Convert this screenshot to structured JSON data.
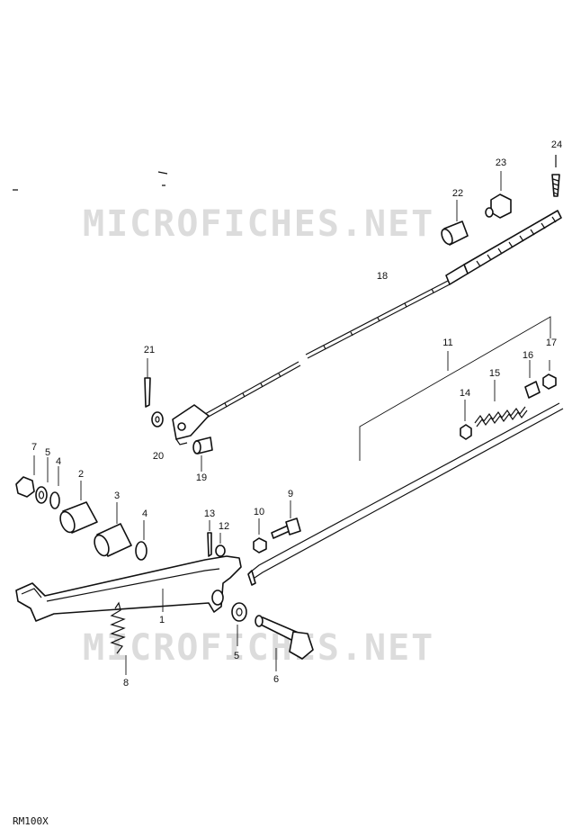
{
  "watermark": "MICROFICHES.NET",
  "model_code": "RM100X",
  "callouts": {
    "c1": "1",
    "c2": "2",
    "c3": "3",
    "c4a": "4",
    "c4b": "4",
    "c5a": "5",
    "c5b": "5",
    "c6": "6",
    "c7": "7",
    "c8": "8",
    "c9": "9",
    "c10": "10",
    "c11": "11",
    "c12": "12",
    "c13": "13",
    "c14": "14",
    "c15": "15",
    "c16": "16",
    "c17": "17",
    "c18": "18",
    "c19": "19",
    "c20": "20",
    "c21": "21",
    "c22": "22",
    "c23": "23",
    "c24": "24"
  }
}
